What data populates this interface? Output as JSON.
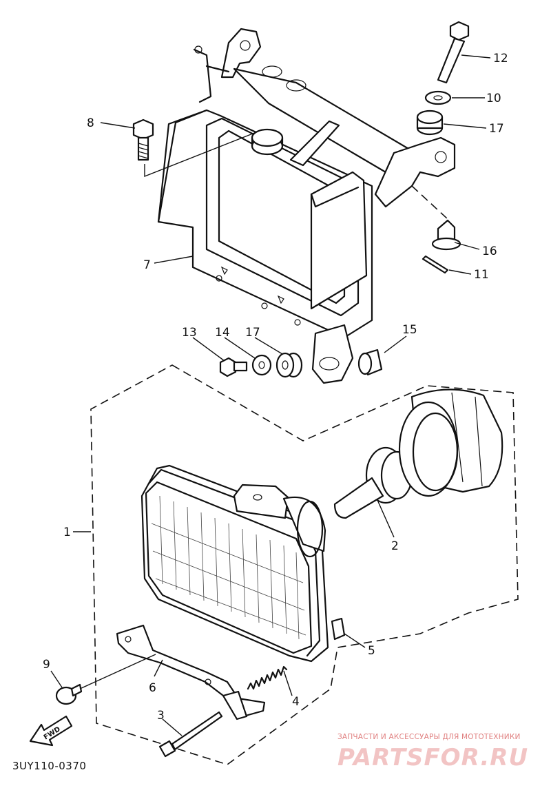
{
  "callouts": {
    "c1": "1",
    "c2": "2",
    "c3": "3",
    "c4": "4",
    "c5": "5",
    "c6": "6",
    "c7": "7",
    "c8": "8",
    "c9": "9",
    "c10": "10",
    "c11": "11",
    "c12": "12",
    "c13": "13",
    "c14": "14",
    "c15": "15",
    "c16": "16",
    "c17a": "17",
    "c17b": "17"
  },
  "fwd_label": "FWD",
  "diagram_code": "3UY110-0370",
  "watermark": {
    "tagline": "ЗАПЧАСТИ И АКСЕССУАРЫ ДЛЯ МОТОТЕХНИКИ",
    "logo": "PARTSFOR.RU"
  }
}
